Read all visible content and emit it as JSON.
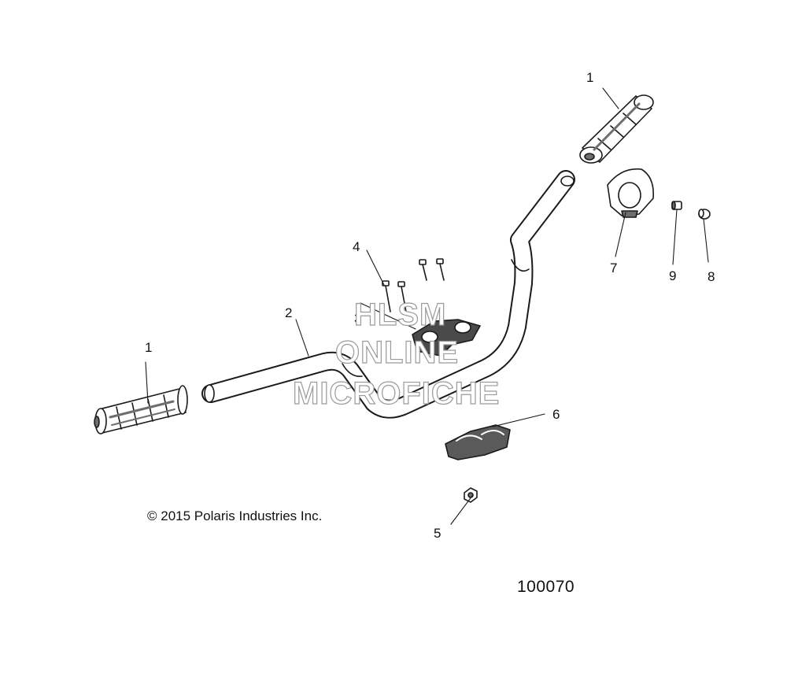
{
  "callouts": {
    "grip_right": "1",
    "grip_left": "1",
    "handlebar": "2",
    "clamp_upper": "3",
    "bolt": "4",
    "nut": "5",
    "clamp_lower": "6",
    "end_weight": "7",
    "end_screw": "9",
    "end_cap": "8"
  },
  "watermark": {
    "line1": "HLSM",
    "line2": "ONLINE",
    "line3": "MICROFICHE"
  },
  "copyright": "© 2015 Polaris Industries Inc.",
  "drawing_number": "100070",
  "colors": {
    "line": "#1a1a1a",
    "part_fill": "#ffffff",
    "shade": "#6e6e6e",
    "watermark_outline": "#9a9a9a"
  }
}
